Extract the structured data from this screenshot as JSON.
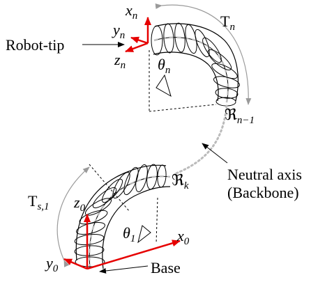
{
  "labels": {
    "robot_tip": "Robot-tip",
    "base": "Base",
    "neutral_axis_line1": "Neutral axis",
    "neutral_axis_line2": "(Backbone)"
  },
  "symbols": {
    "Tn_main": "T",
    "Tn_sub": "n",
    "Ts1_main": "T",
    "Ts1_sub": "s,1",
    "theta_n_main": "θ",
    "theta_n_sub": "n",
    "theta_1_main": "θ",
    "theta_1_sub": "1",
    "R_main": "ℜ",
    "R_nminus1_sub": "n−1",
    "R_k_sub": "k",
    "xn_main": "x",
    "xn_sub": "n",
    "yn_main": "y",
    "yn_sub": "n",
    "zn_main": "z",
    "zn_sub": "n",
    "x0_main": "x",
    "x0_sub": "0",
    "y0_main": "y",
    "y0_sub": "0",
    "z0_main": "z",
    "z0_sub": "0"
  },
  "colors": {
    "frame_axes": "#e60000",
    "outline": "#000000",
    "backbone_dotted": "#bbbbbb",
    "motion_arrow": "#999999"
  }
}
